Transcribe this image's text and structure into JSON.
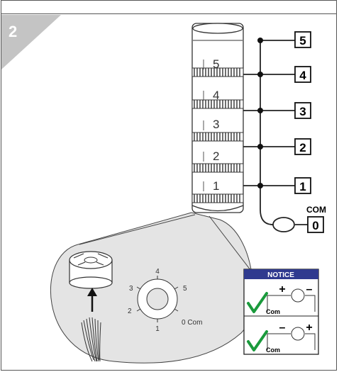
{
  "step": {
    "number": "2"
  },
  "tower": {
    "tiers": [
      "5",
      "4",
      "3",
      "2",
      "1"
    ]
  },
  "terminals": {
    "numbers": [
      "5",
      "4",
      "3",
      "2",
      "1",
      "0"
    ],
    "com_label": "COM"
  },
  "connector": {
    "pins": [
      "4",
      "5",
      "0 Com",
      "1",
      "2",
      "3"
    ]
  },
  "notice": {
    "title": "NOTICE",
    "com_label_1": "Com",
    "com_label_2": "Com",
    "sign_top_left": "+",
    "sign_top_right": "–",
    "sign_bottom_left": "–",
    "sign_bottom_right": "+"
  },
  "colors": {
    "badge": "#c8c8c8",
    "notice_header": "#2f3a8f",
    "check": "#1a9a3c"
  }
}
